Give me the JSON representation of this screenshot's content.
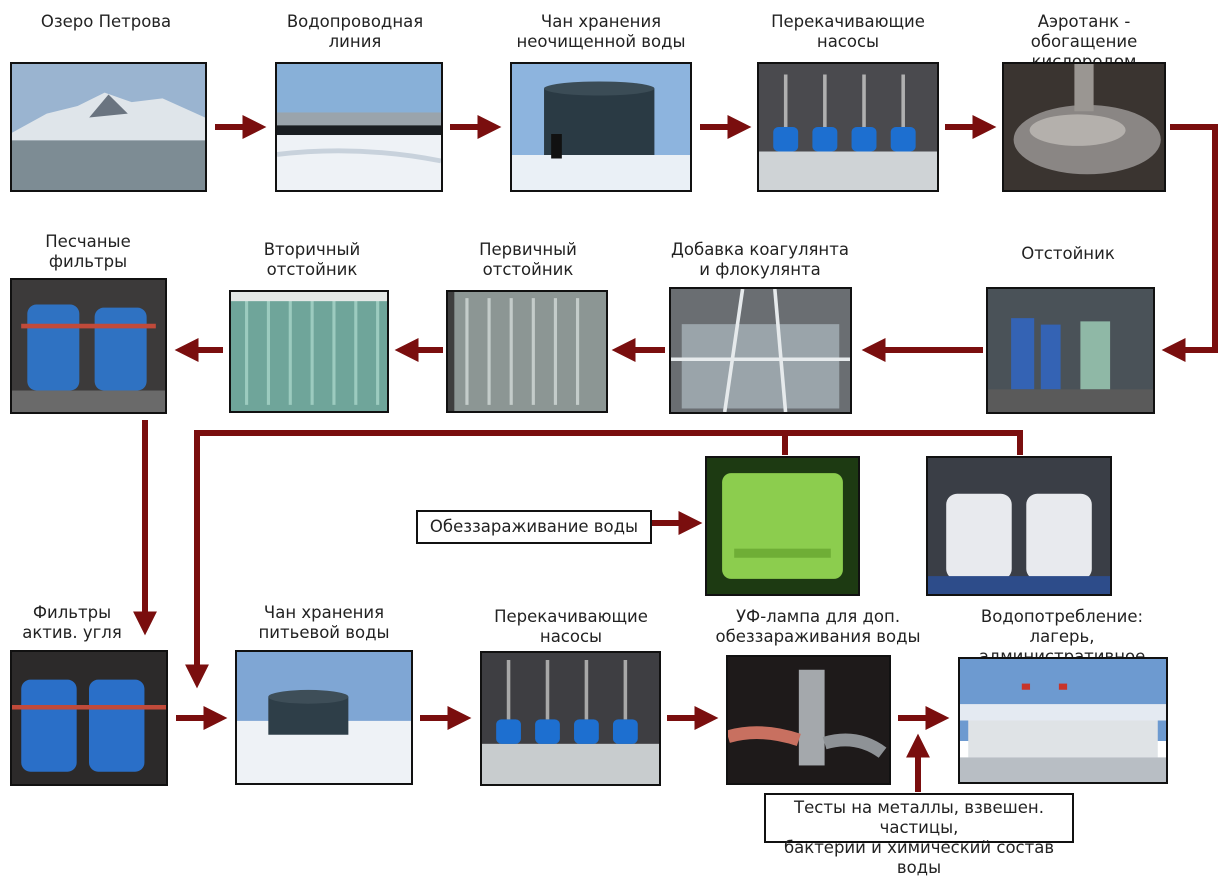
{
  "colors": {
    "arrow": "#7a0e0e",
    "border": "#111111"
  },
  "stages": {
    "lake": "Озеро Петрова",
    "pipeline": "Водопроводная\nлиния",
    "raw_tank": "Чан хранения\nнеочищенной воды",
    "pumps_1": "Перекачивающие\nнасосы",
    "aerotank": "Аэротанк - обогащение\nкислородом",
    "settler": "Отстойник",
    "coagulant": "Добавка коагулянта\nи флокулянта",
    "primary_settler": "Первичный\nотстойник",
    "secondary_settler": "Вторичный\nотстойник",
    "sand_filters": "Песчаные\nфильтры",
    "carbon_filters": "Фильтры\nактив. угля",
    "drinking_tank": "Чан хранения\nпитьевой воды",
    "pumps_2": "Перекачивающие\nнасосы",
    "uv_lamp": "УФ-лампа для доп.\nобеззараживания воды",
    "consumption": "Водопотребление: лагерь,\nадминистративное здание"
  },
  "callouts": {
    "disinfection": "Обеззараживание воды",
    "tests": "Тесты на металлы, взвешен. частицы,\nбактерии и химический состав воды"
  }
}
